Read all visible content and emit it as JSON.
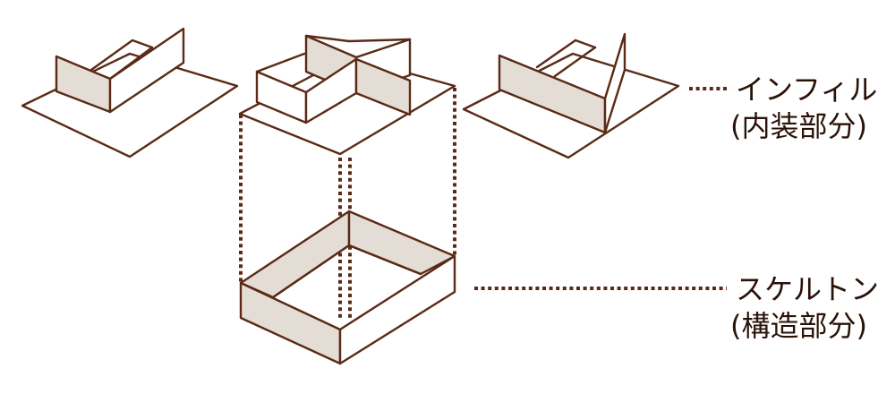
{
  "labels": {
    "infill_title": "インフィル",
    "infill_sub": "(内装部分)",
    "skeleton_title": "スケルトン",
    "skeleton_sub": "(構造部分)"
  },
  "colors": {
    "stroke": "#5a2a16",
    "wall_fill": "#e4ddd6",
    "text": "#2a1208"
  }
}
